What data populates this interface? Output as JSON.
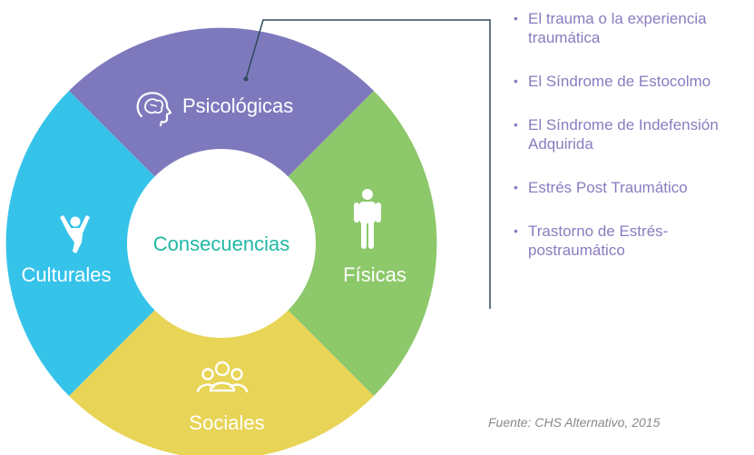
{
  "colors": {
    "psicologicas": "#7e79bd",
    "fisicas": "#8dc86b",
    "sociales": "#e8d456",
    "culturales": "#36c3ea",
    "center_text": "#1fb9a5",
    "bullet_text": "#8b7bc0",
    "connector": "#2e4a5a"
  },
  "diagram": {
    "center_label": "Consecuencias",
    "segments": [
      {
        "key": "psicologicas",
        "label": "Psicológicas",
        "icon": "brain-head-icon"
      },
      {
        "key": "fisicas",
        "label": "Físicas",
        "icon": "person-icon"
      },
      {
        "key": "sociales",
        "label": "Sociales",
        "icon": "group-icon"
      },
      {
        "key": "culturales",
        "label": "Culturales",
        "icon": "cheering-person-icon"
      }
    ]
  },
  "consequences_list": [
    "El trauma o la experiencia traumática",
    "El Síndrome de Estocolmo",
    "El Síndrome de Indefensión Adquirida",
    "Estrés Post Traumático",
    "Trastorno de Estrés-postraumático"
  ],
  "bullet_char": "•",
  "source": "Fuente: CHS Alternativo, 2015"
}
